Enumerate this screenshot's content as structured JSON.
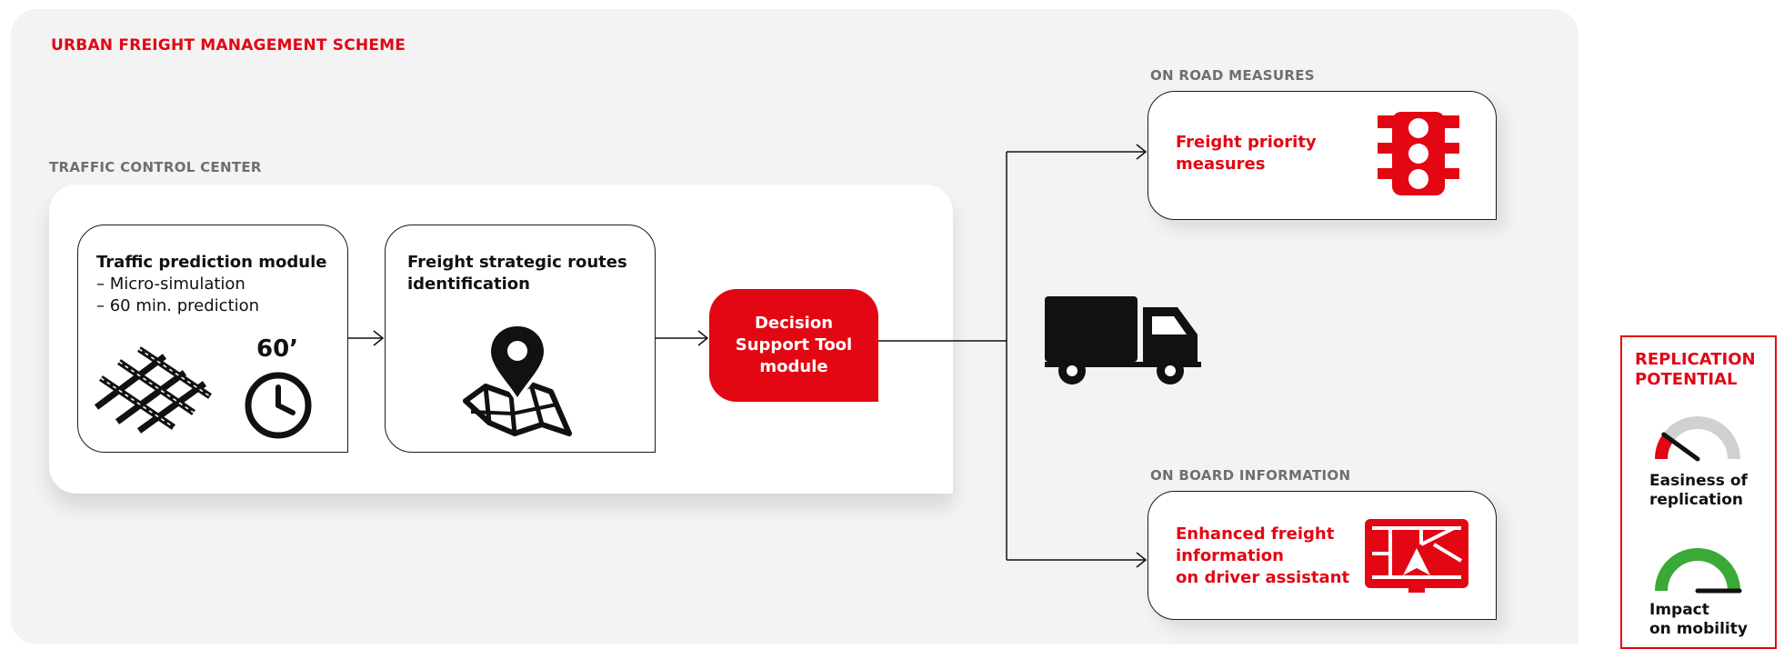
{
  "title": "URBAN FREIGHT MANAGEMENT SCHEME",
  "sections": {
    "traffic_control_center": "TRAFFIC CONTROL CENTER",
    "on_road_measures": "ON ROAD MEASURES",
    "on_board_information": "ON BOARD INFORMATION"
  },
  "traffic_prediction": {
    "title": "Traffic prediction module",
    "lines": [
      "– Micro-simulation",
      "– 60 min. prediction"
    ],
    "time_badge": "60’",
    "icons": [
      "road-grid-icon",
      "clock-icon"
    ]
  },
  "freight_routes": {
    "title_lines": [
      "Freight strategic routes",
      "identification"
    ],
    "icons": [
      "map-pin-icon"
    ]
  },
  "decision_support": {
    "lines": [
      "Decision",
      "Support Tool",
      "module"
    ]
  },
  "freight_priority": {
    "lines": [
      "Freight priority",
      "measures"
    ],
    "icon": "traffic-light-icon"
  },
  "enhanced_info": {
    "lines": [
      "Enhanced freight",
      "information",
      "on driver assistant"
    ],
    "icon": "navigation-screen-icon"
  },
  "truck_icon": "truck-icon",
  "replication": {
    "title_lines": [
      "REPLICATION",
      "POTENTIAL"
    ],
    "gauges": [
      {
        "label_lines": [
          "Easiness of",
          "replication"
        ],
        "level": 0.2,
        "color": "#e30613"
      },
      {
        "label_lines": [
          "Impact",
          "on mobility"
        ],
        "level": 1.0,
        "color": "#3aa935"
      }
    ],
    "track_color": "#d0d0d0"
  },
  "colors": {
    "accent": "#e30613",
    "panel": "#f3f3f3",
    "text": "#111111",
    "label": "#6f6f6f"
  }
}
